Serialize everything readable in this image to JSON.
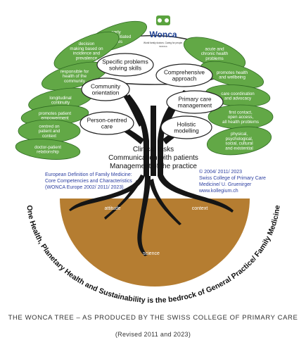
{
  "logo": {
    "name": "Wonca",
    "tagline": "World family doctors. Caring for people.",
    "subtag": "WONCA"
  },
  "leaves": {
    "left": [
      "early\nundifferentiated\nstages",
      "decision\nmaking based on\nincidence and\nprevalence",
      "responsible for\nhealth of the\ncommunity",
      "longitudinal\ncontinuity",
      "promotes patient\nempowerment",
      "centred on\npatient and\ncontext",
      "doctor-patient\nrelationship"
    ],
    "right": [
      "acute and\nchronic health\nproblems",
      "promotes health\nand wellbeing",
      "care coordination\nand advocacy",
      "first contact,\nopen access,\nall health problems",
      "physical,\npsychological,\nsocial, cultural\nand existential"
    ]
  },
  "competencies": [
    "Specific problems\nsolving skills",
    "Comprehensive\napproach",
    "Community\norientation",
    "Primary care\nmanagement",
    "Person-centred\ncare",
    "Holistic\nmodelling"
  ],
  "trunk_tasks": [
    "Clinical tasks",
    "Communication with patients",
    "Management of the practice"
  ],
  "reference_left": [
    "European Definition of Family Medicine:",
    "Core Competencies and Characteristics",
    "(WONCA Europe 2002/ 2011/ 2023)"
  ],
  "reference_right": [
    "© 2004/ 2011/ 2023",
    "Swiss College of Primary Care",
    "Medicine/ U. Gruenirger",
    "www.kollegium.ch"
  ],
  "roots": {
    "left": "attitude",
    "right": "context",
    "bottom": "science"
  },
  "arc_text": "One Health, Planetary Health and Sustainability is the bedrock of General Practice/ Family Medicine",
  "caption_title": "THE WONCA TREE – AS PRODUCED BY THE SWISS COLLEGE OF PRIMARY CARE",
  "caption_revised": "(Revised 2011 and 2023)",
  "colors": {
    "leaf": "#62a846",
    "leaf_edge": "#2f6b22",
    "trunk": "#151515",
    "soil": "#b57d31",
    "reference": "#2c3fa1",
    "logo": "#5aa33e"
  }
}
